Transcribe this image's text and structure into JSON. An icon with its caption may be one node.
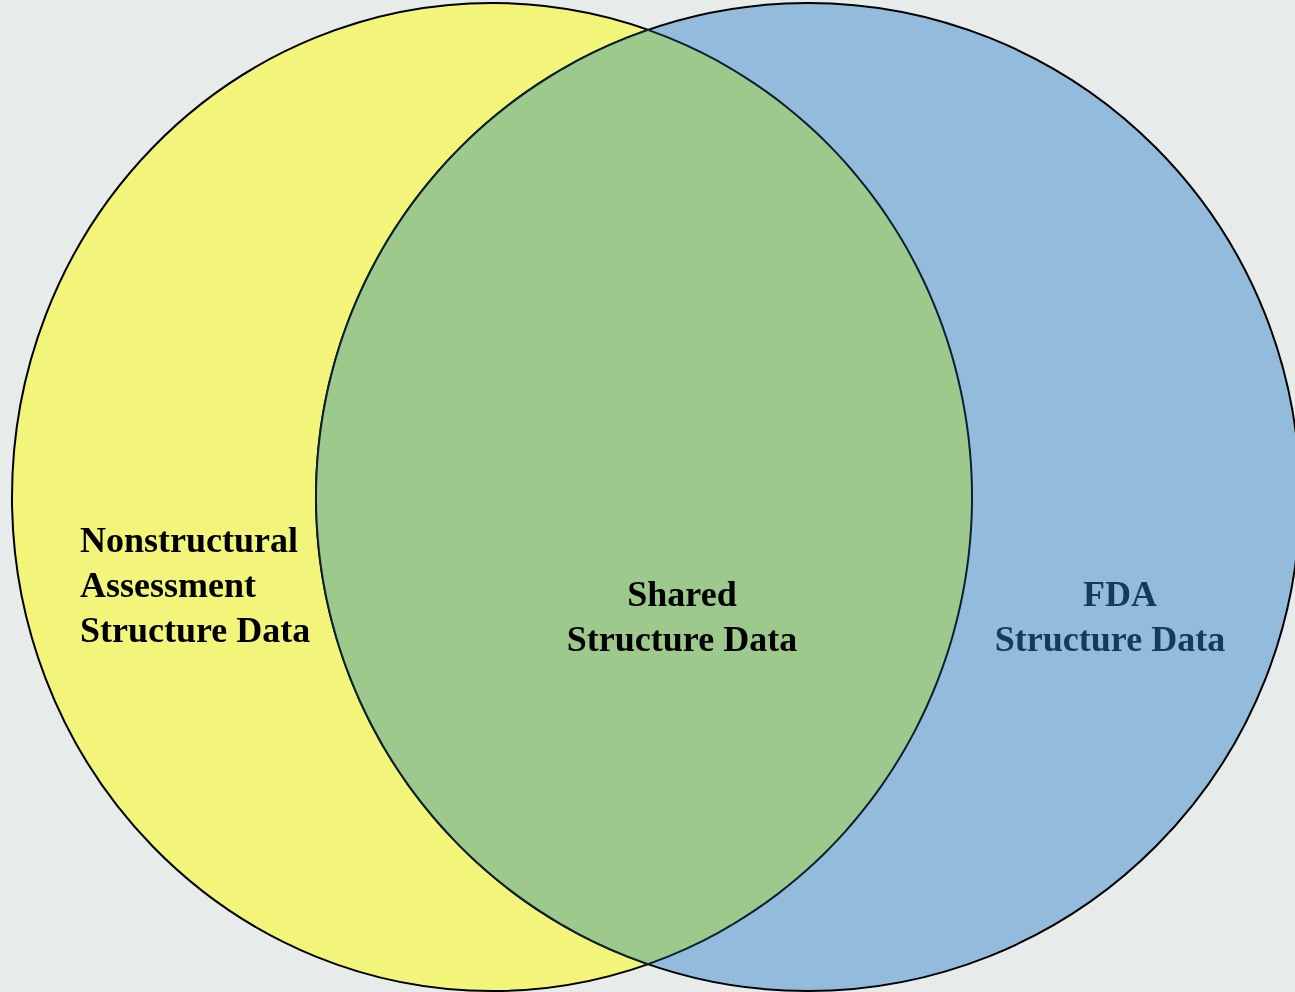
{
  "diagram": {
    "nodes": [
      {
        "text": [
          "Nonstructural Assessment Structure Data"
        ]
      },
      {
        "text": [
          "Shared Structure Data"
        ]
      },
      {
        "text": [
          "FDA Structure Data"
        ]
      }
    ]
  }
}
